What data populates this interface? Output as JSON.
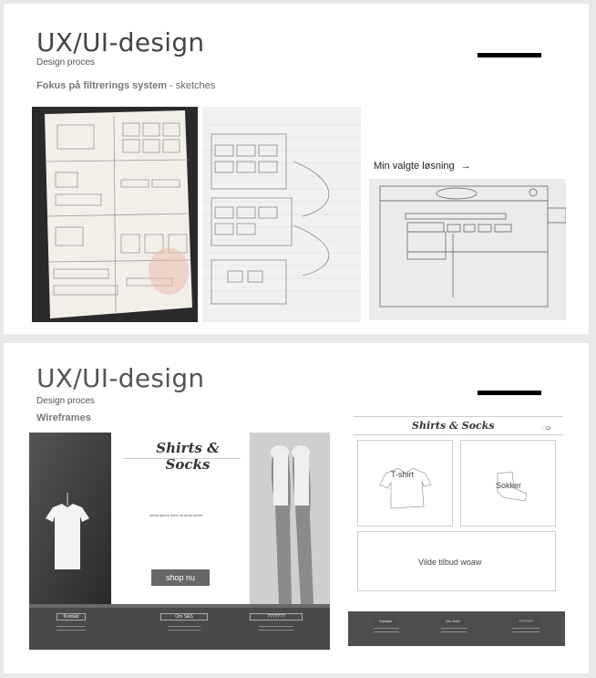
{
  "slide1": {
    "title": "UX/UI-design",
    "subtitle": "Design proces",
    "heading_bold": "Fokus på filtrerings system",
    "heading_rest": " - sketches",
    "caption": "Min valgte løsning",
    "caption_arrow": "→"
  },
  "slide2": {
    "title": "UX/UI-design",
    "subtitle": "Design proces",
    "heading": "Wireframes",
    "desktop": {
      "logo": "Shirts & Socks",
      "tagline": "lorem ipsum dolor sit amet lorem",
      "shop_button": "shop nu",
      "footer": [
        "Kontakt",
        "Om S&S",
        "???????"
      ]
    },
    "mobile": {
      "logo": "Shirts & Socks",
      "card_tshirt": "T-shirt",
      "card_socks": "Sokker",
      "card_offer": "Vilde tilbud woaw",
      "footer": [
        "Kontakt",
        "Om S&S",
        "???????"
      ]
    }
  }
}
